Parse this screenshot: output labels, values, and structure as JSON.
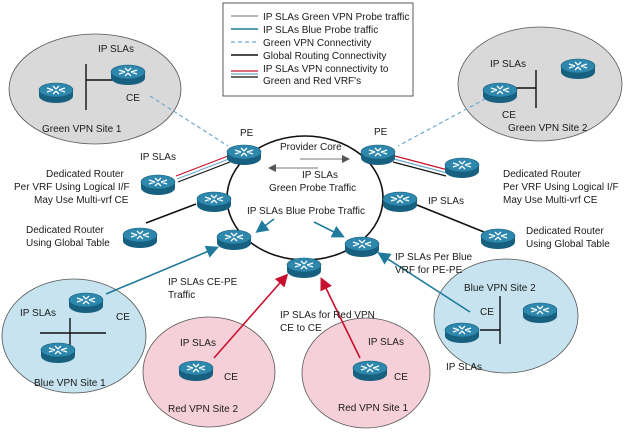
{
  "legend": {
    "items": [
      {
        "label": "IP SLAs Green VPN Probe traffic",
        "color": "#9e9e9e",
        "style": "solid"
      },
      {
        "label": "IP SLAs Blue Probe traffic",
        "color": "#1f7a9c",
        "style": "solid"
      },
      {
        "label": "Green VPN Connectivity",
        "color": "#6fa9cf",
        "style": "dashed"
      },
      {
        "label": "Global Routing Connectivity",
        "color": "#111111",
        "style": "solid"
      },
      {
        "label": "IP SLAs VPN connectivity to",
        "label2": "Green and Red VRF's",
        "color": "#c8102e",
        "style": "double"
      }
    ]
  },
  "sites": {
    "green1": {
      "ipslas": "IP SLAs",
      "ce": "CE",
      "name": "Green VPN Site 1"
    },
    "green2": {
      "ipslas": "IP SLAs",
      "ce": "CE",
      "name": "Green VPN Site 2"
    },
    "blue1": {
      "ipslas": "IP SLAs",
      "ce": "CE",
      "name": "Blue VPN Site 1"
    },
    "blue2": {
      "ipslas": "IP SLAs",
      "ce": "CE",
      "name": "Blue VPN Site 2"
    },
    "red2": {
      "ipslas": "IP SLAs",
      "ce": "CE",
      "name": "Red VPN Site 2"
    },
    "red1": {
      "ipslas": "IP SLAs",
      "ce": "CE",
      "name": "Red VPN Site 1"
    }
  },
  "core": {
    "pe_left": "PE",
    "pe_right": "PE",
    "provider_core": "Provider Core",
    "ipslas_green_probe_1": "IP SLAs",
    "ipslas_green_probe_2": "Green Probe Traffic",
    "ipslas_blue_probe": "IP SLAs Blue Probe Traffic",
    "ipslas_left": "IP SLAs",
    "ipslas_right": "IP SLAs"
  },
  "annotations": {
    "dedicated_left": [
      "Dedicated Router",
      "Per VRF Using Logical I/F",
      "May Use Multi-vrf CE"
    ],
    "dedicated_right": [
      "Dedicated Router",
      "Per VRF Using Logical I/F",
      "May Use Multi-vrf CE"
    ],
    "global_left": [
      "Dedicated Router",
      "Using Global Table"
    ],
    "global_right": [
      "Dedicated Router",
      "Using Global Table"
    ],
    "ce_pe_traffic": [
      "IP SLAs CE-PE",
      "Traffic"
    ],
    "red_vpn_ce": [
      "IP SLAs for Red VPN",
      "CE to CE"
    ],
    "per_blue_vrf": [
      "IP SLAs Per Blue",
      "VRF for PE-PE"
    ]
  },
  "colors": {
    "router_top": "#2e88ad",
    "router_side": "#17607f",
    "green_site_fill": "#d9d9d9",
    "blue_site_fill": "#c6e3ef",
    "red_site_fill": "#f6d0d8",
    "blue_line": "#1f7a9c",
    "red_line": "#c8102e",
    "dashed_line": "#6fa9cf"
  }
}
